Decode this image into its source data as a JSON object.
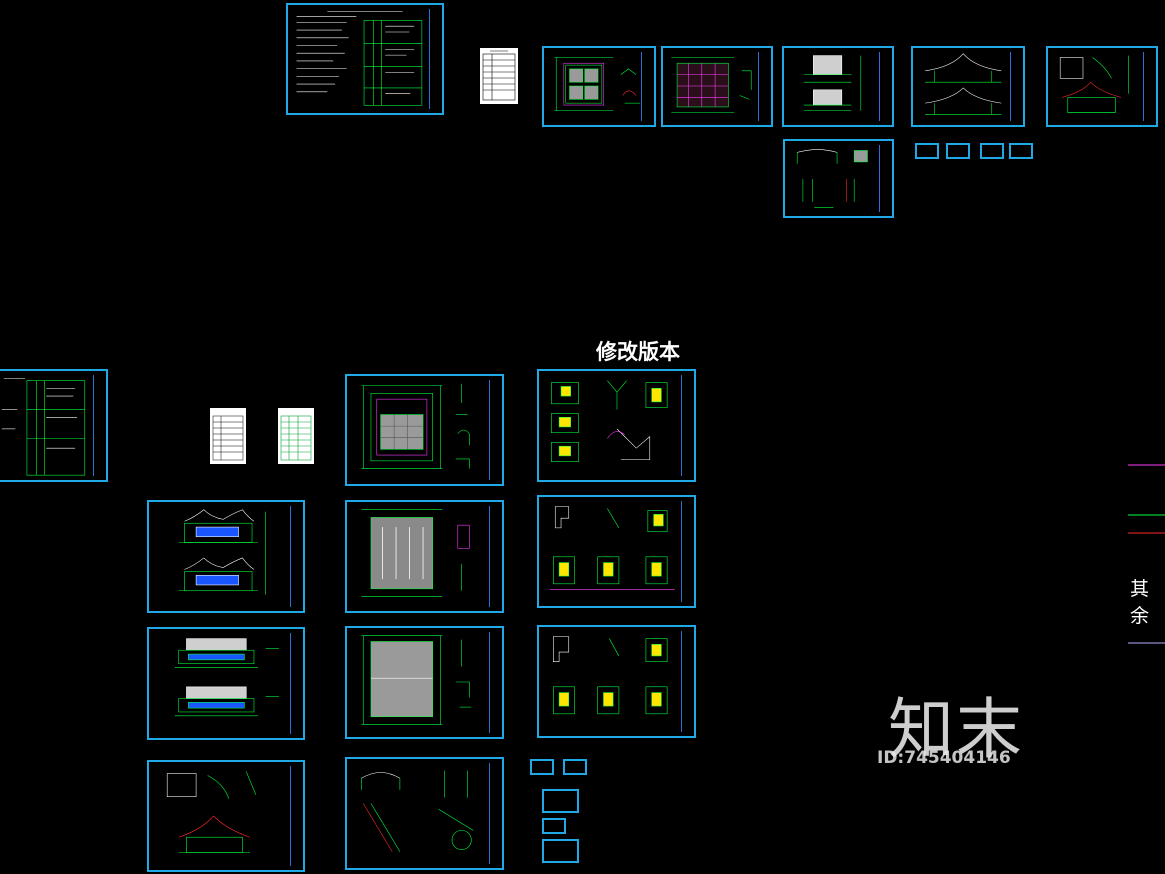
{
  "canvas": {
    "background": "#000000"
  },
  "colors": {
    "frame": "#1fa9e6",
    "line": "#00ff3c",
    "accent_red": "#ff2a2a",
    "accent_magenta": "#ff3cff",
    "fill_yellow": "#ffe600",
    "fill_gray": "#9a9a9a"
  },
  "labels": {
    "revised_version": "修改版本",
    "other": "其余",
    "watermark_brand": "知末",
    "watermark_id": "ID:745404146"
  },
  "drawings": [
    {
      "name": "drawing-index-top"
    },
    {
      "name": "drawing-notes-top"
    },
    {
      "name": "drawing-plan-a"
    },
    {
      "name": "drawing-plan-b"
    },
    {
      "name": "drawing-elevation-a"
    },
    {
      "name": "drawing-section-a"
    },
    {
      "name": "drawing-roof-detail-a"
    },
    {
      "name": "drawing-detail-small"
    },
    {
      "name": "drawing-index-left"
    },
    {
      "name": "drawing-notes-left-a"
    },
    {
      "name": "drawing-notes-left-b"
    },
    {
      "name": "drawing-plan-c"
    },
    {
      "name": "drawing-revised-1"
    },
    {
      "name": "drawing-elevation-b"
    },
    {
      "name": "drawing-plan-d"
    },
    {
      "name": "drawing-revised-2"
    },
    {
      "name": "drawing-elevation-c"
    },
    {
      "name": "drawing-plan-e"
    },
    {
      "name": "drawing-revised-3"
    },
    {
      "name": "drawing-section-b"
    },
    {
      "name": "drawing-roof-detail-b"
    }
  ]
}
